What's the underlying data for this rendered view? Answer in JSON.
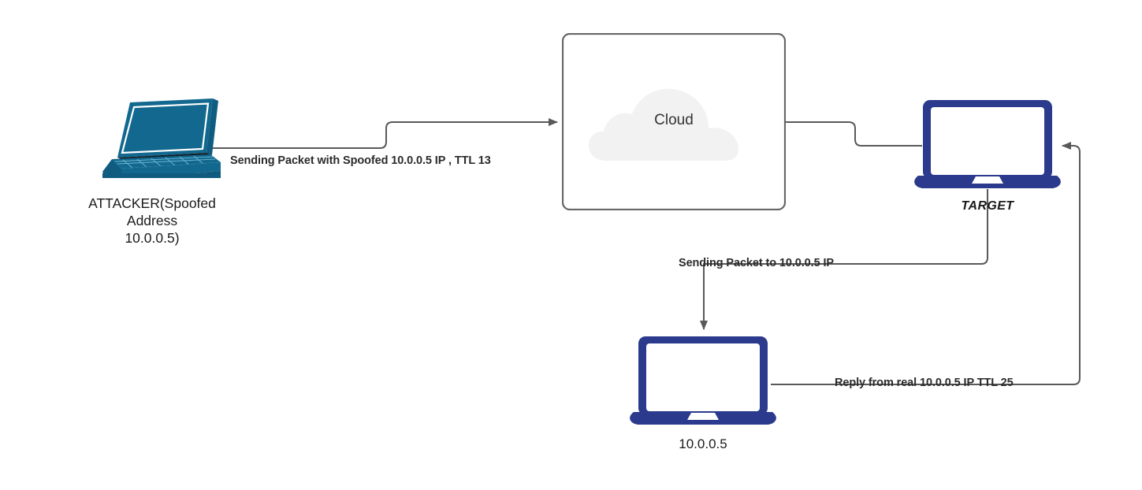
{
  "diagram": {
    "title": "IP spoofing with TTL reply path",
    "background": "#ffffff",
    "wire_color": "#59595b",
    "laptop_navy": "#2b3a8c",
    "laptop_teal": "#12688f",
    "cloud_fill": "#f2f2f2",
    "box_border": "#666666"
  },
  "nodes": {
    "attacker": {
      "label": "ATTACKER(Spoofed\nAddress\n10.0.0.5)",
      "icon": "laptop-isometric-icon"
    },
    "cloud": {
      "label": "Cloud",
      "icon": "cloud-icon"
    },
    "target": {
      "label": "TARGET",
      "icon": "laptop-front-icon"
    },
    "victim": {
      "label": "10.0.0.5",
      "icon": "laptop-front-icon"
    }
  },
  "edges": {
    "spoofed_packet": {
      "label": "Sending Packet with Spoofed 10.0.0.5 IP , TTL 13",
      "from": "attacker",
      "to": "cloud"
    },
    "cloud_to_target": {
      "label": "",
      "from": "cloud",
      "to": "target"
    },
    "forwarded_packet": {
      "label": "Sending Packet to 10.0.0.5 IP",
      "from": "target",
      "to": "victim"
    },
    "reply_packet": {
      "label": "Reply from real 10.0.0.5 IP TTL 25",
      "from": "victim",
      "to": "target"
    }
  }
}
